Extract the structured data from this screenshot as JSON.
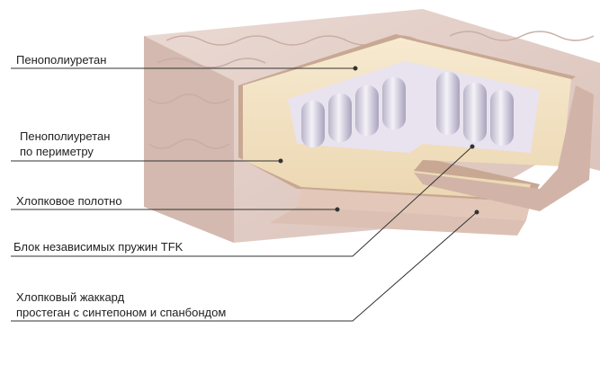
{
  "diagram": {
    "labels": [
      {
        "id": "foam",
        "lines": [
          "Пенополиуретан"
        ]
      },
      {
        "id": "perimeter-foam",
        "lines": [
          "Пенополиуретан",
          "по периметру"
        ]
      },
      {
        "id": "cotton",
        "lines": [
          "Хлопковое полотно"
        ]
      },
      {
        "id": "springs",
        "lines": [
          "Блок независимых пружин TFK"
        ]
      },
      {
        "id": "jacquard",
        "lines": [
          "Хлопковый жаккард",
          "простеган с синтепоном и спанбондом"
        ]
      }
    ]
  }
}
